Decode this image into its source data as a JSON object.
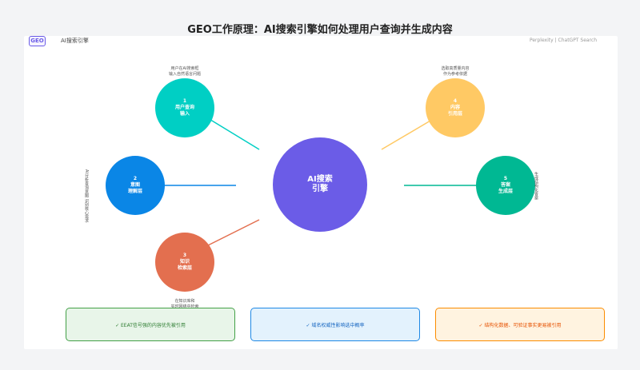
{
  "title": "GEO工作原理：AI搜索引擎如何处理用户查询并生成内容",
  "header": {
    "logo": "GEO",
    "label": "AI搜索引擎",
    "right": "Perplexity | ChatGPT Search"
  },
  "center": {
    "line1": "AI搜索",
    "line2": "引擎",
    "color": "#6b5ce7"
  },
  "nodes": [
    {
      "num": "1",
      "line1": "用户查询",
      "line2": "输入",
      "color": "#00cfc4"
    },
    {
      "num": "2",
      "line1": "意图",
      "line2": "理解层",
      "color": "#0a86e6"
    },
    {
      "num": "3",
      "line1": "知识",
      "line2": "检索层",
      "color": "#e36f4f"
    },
    {
      "num": "4",
      "line1": "内容",
      "line2": "引用层",
      "color": "#ffc964"
    },
    {
      "num": "5",
      "line1": "答案",
      "line2": "生成层",
      "color": "#00b893"
    }
  ],
  "annotations": {
    "n1": {
      "line1": "用户在AI搜索框",
      "line2": "输入自然语言问题"
    },
    "n2": {
      "line1": "AI分析查询意图",
      "line2": "识别核心需求"
    },
    "n3": {
      "line1": "在知识库和",
      "line2": "实时网络中检索"
    },
    "n4": {
      "line1": "选取高质量内容",
      "line2": "作为参考依据"
    },
    "n5": {
      "line1": "生成结构化答案"
    }
  },
  "boxes": [
    {
      "text": "✓ EEAT信号强的内容优先被引用",
      "bg": "#e8f5e9",
      "border": "#43a047",
      "color": "#2e7d32"
    },
    {
      "text": "✓ 域名权威性影响选中概率",
      "bg": "#e3f2fd",
      "border": "#1e88e5",
      "color": "#1565c0"
    },
    {
      "text": "✓ 结构化数据、可验证事实更易被引用",
      "bg": "#fff3e0",
      "border": "#fb8c00",
      "color": "#e65100"
    }
  ]
}
